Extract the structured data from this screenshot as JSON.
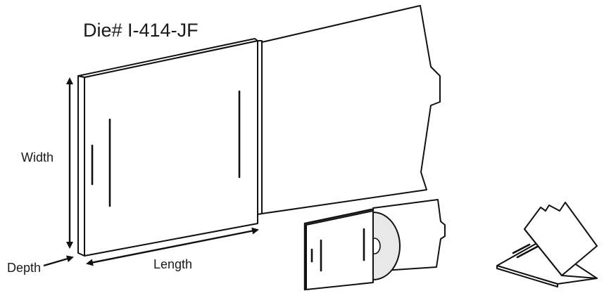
{
  "diagram": {
    "title": "Die# I-414-JF",
    "labels": {
      "width": "Width",
      "depth": "Depth",
      "length": "Length"
    },
    "colors": {
      "line": "#111111",
      "background": "#ffffff",
      "disc": "#e8e8e8"
    }
  }
}
